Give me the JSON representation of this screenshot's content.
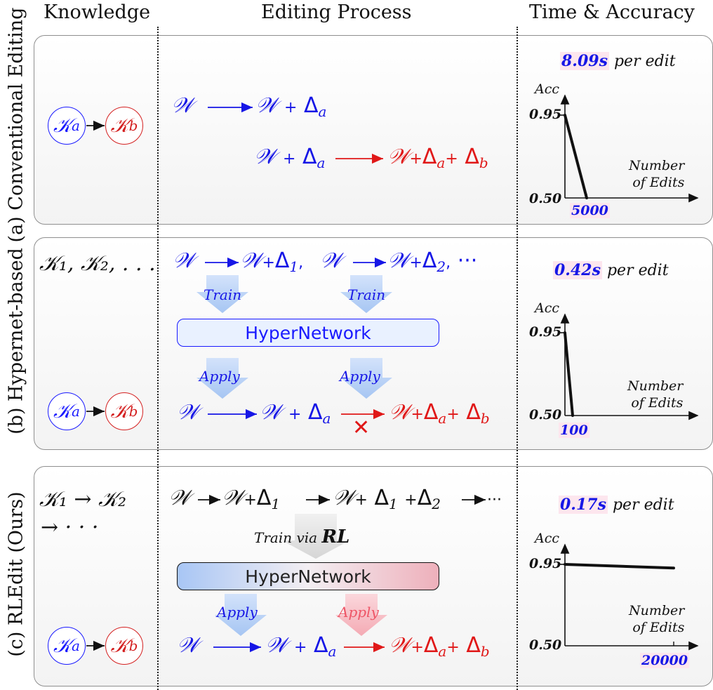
{
  "headers": {
    "knowledge": "Knowledge",
    "process": "Editing Process",
    "time": "Time & Accuracy"
  },
  "rows": [
    {
      "label": "(a) Conventional Editing",
      "per_edit_value": "8.09s",
      "per_edit_text": " per edit"
    },
    {
      "label": "(b) Hypernet-based",
      "per_edit_value": "0.42s",
      "per_edit_text": " per edit"
    },
    {
      "label": "(c) RLEdit (Ours)",
      "per_edit_value": "0.17s",
      "per_edit_text": " per edit"
    }
  ],
  "symbols": {
    "W": "𝒲",
    "K": "𝒦",
    "delta": "Δ",
    "a": "a",
    "b": "b",
    "plus": "+",
    "sub1": "1",
    "sub2": "2",
    "dots": "···",
    "kdots": "𝒦₁, 𝒦₂, . . .",
    "kseq1": "𝒦₁ → 𝒦₂",
    "kseq2": "→ · · ·",
    "cross": "✕"
  },
  "labels": {
    "train": "Train",
    "apply": "Apply",
    "train_via": "Train via",
    "rl": "RL",
    "hypernetwork": "HyperNetwork"
  },
  "axis": {
    "acc": "Acc",
    "y_high": "0.95",
    "y_low": "0.50",
    "x_title_1": "Number",
    "x_title_2": "of Edits"
  },
  "colors": {
    "blue": "#1616e6",
    "red": "#e01818",
    "arrow_blue": "#a9c8f3",
    "arrow_red": "#f4aab4",
    "arrow_gray": "#dadada"
  },
  "chart_data": [
    {
      "type": "line",
      "title": "",
      "xlabel": "Number of Edits",
      "ylabel": "Acc",
      "x_tick": "5000",
      "y_ticks": [
        "0.95",
        "0.50"
      ],
      "series": [
        {
          "x": [
            0,
            5000
          ],
          "y": [
            0.95,
            0.5
          ]
        }
      ]
    },
    {
      "type": "line",
      "title": "",
      "xlabel": "Number of Edits",
      "ylabel": "Acc",
      "x_tick": "100",
      "y_ticks": [
        "0.95",
        "0.50"
      ],
      "series": [
        {
          "x": [
            0,
            100
          ],
          "y": [
            0.95,
            0.5
          ]
        }
      ]
    },
    {
      "type": "line",
      "title": "",
      "xlabel": "Number of Edits",
      "ylabel": "Acc",
      "x_tick": "20000",
      "y_ticks": [
        "0.95",
        "0.50"
      ],
      "series": [
        {
          "x": [
            0,
            20000
          ],
          "y": [
            0.95,
            0.93
          ]
        }
      ]
    }
  ]
}
